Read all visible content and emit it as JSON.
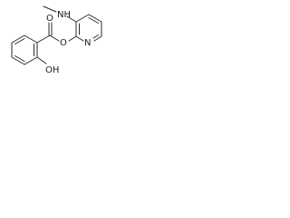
{
  "structure": {
    "atoms": {
      "amine_nh": "NH",
      "ester_carbonyl_o": "O",
      "ester_link_o": "O",
      "pyridine_n": "N",
      "phenol_oh": "OH"
    }
  },
  "colors": {
    "bond": "#2a2a2a",
    "background": "#ffffff"
  }
}
